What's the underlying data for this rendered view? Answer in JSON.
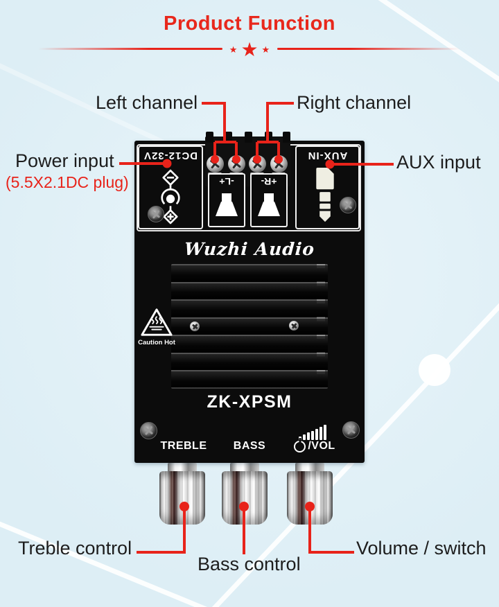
{
  "title": "Product Function",
  "decor": {
    "star": "★"
  },
  "callouts": {
    "left_channel": "Left channel",
    "right_channel": "Right channel",
    "power_input": "Power input",
    "power_plug_spec": "(5.5X2.1DC plug)",
    "aux_input": "AUX input",
    "treble_control": "Treble control",
    "bass_control": "Bass control",
    "volume_switch": "Volume / switch"
  },
  "board": {
    "brand": "Wuzhi Audio",
    "model": "ZK-XPSM",
    "power_port_label": "DC12-32V",
    "aux_port_label": "AUX-IN",
    "left_speaker_label": "-L+",
    "right_speaker_label": "+R-",
    "caution_label": "Caution Hot",
    "treble_label": "TREBLE",
    "bass_label": "BASS",
    "volume_label": "/VOL"
  },
  "colors": {
    "accent_red": "#e8231a",
    "label_text": "#1d1d1d",
    "background_blue": "#e2f0f7",
    "board_black": "#0c0c0c"
  }
}
